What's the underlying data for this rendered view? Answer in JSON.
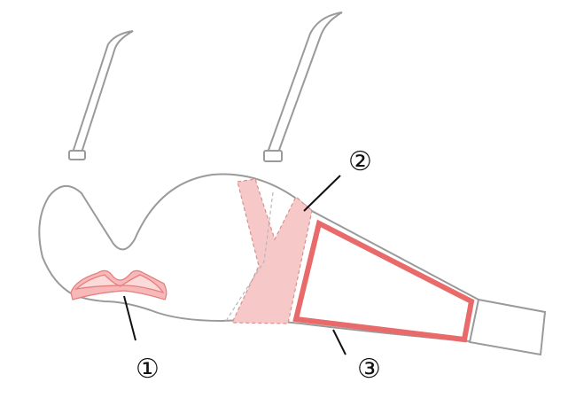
{
  "labels": {
    "one": "①",
    "two": "②",
    "three": "③"
  },
  "colors": {
    "outline": "#9a9a9a",
    "pink_fill": "#f6c8c8",
    "red_stroke": "#e86a6a",
    "leader": "#111111"
  }
}
